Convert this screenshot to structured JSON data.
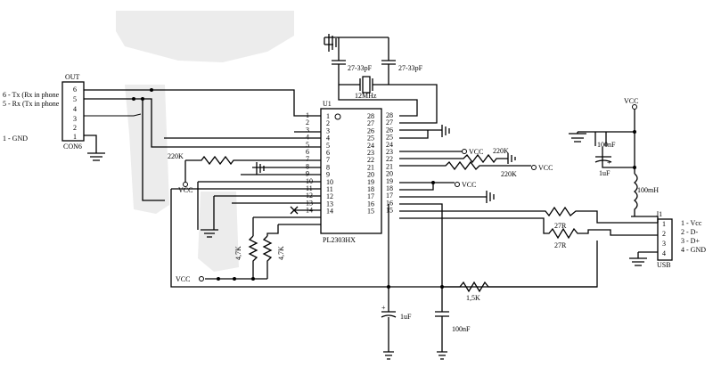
{
  "ic": {
    "ref": "U1",
    "part": "PL2303HX",
    "left_pins": [
      "1",
      "2",
      "3",
      "4",
      "5",
      "6",
      "7",
      "8",
      "9",
      "10",
      "11",
      "12",
      "13",
      "14"
    ],
    "right_pins": [
      "28",
      "27",
      "26",
      "25",
      "24",
      "23",
      "22",
      "21",
      "20",
      "19",
      "18",
      "17",
      "16",
      "15"
    ],
    "outer_left_numbers": [
      "1",
      "2",
      "3",
      "4",
      "5",
      "6",
      "7",
      "8",
      "9",
      "10",
      "11",
      "12",
      "13",
      "14"
    ],
    "outer_right_numbers": [
      "28",
      "27",
      "26",
      "25",
      "24",
      "23",
      "22",
      "21",
      "20",
      "19",
      "18",
      "17",
      "16",
      "15"
    ]
  },
  "con6": {
    "title": "OUT",
    "name": "CON6",
    "pins": [
      "6",
      "5",
      "4",
      "3",
      "2",
      "1"
    ],
    "notes": [
      "6 - Tx (Rx in phone",
      "5 - Rx (Tx in phone",
      "1 - GND"
    ]
  },
  "usb": {
    "ref": "J1",
    "name": "USB",
    "pins": [
      "1",
      "2",
      "3",
      "4"
    ],
    "notes": [
      "1 - Vcc",
      "2 - D-",
      "3 - D+",
      "4 - GND"
    ]
  },
  "components": {
    "cap_left": "27-33pF",
    "cap_right": "27-33pF",
    "crystal": "12MHz",
    "r_left": "220K",
    "r_right_top": "220K",
    "r_right_bottom": "220K",
    "r_47k_a": "4,7K",
    "r_47k_b": "4,7K",
    "r_27_a": "27R",
    "r_27_b": "27R",
    "r_15k": "1,5K",
    "cap_bottom_1uf": "1uF",
    "cap_bottom_100nf": "100nF",
    "cap_usb_100nf": "100nF",
    "cap_usb_1uf": "1uF",
    "inductor": "100mH",
    "polarity_plus": "+"
  },
  "supply": {
    "vcc": "VCC"
  }
}
